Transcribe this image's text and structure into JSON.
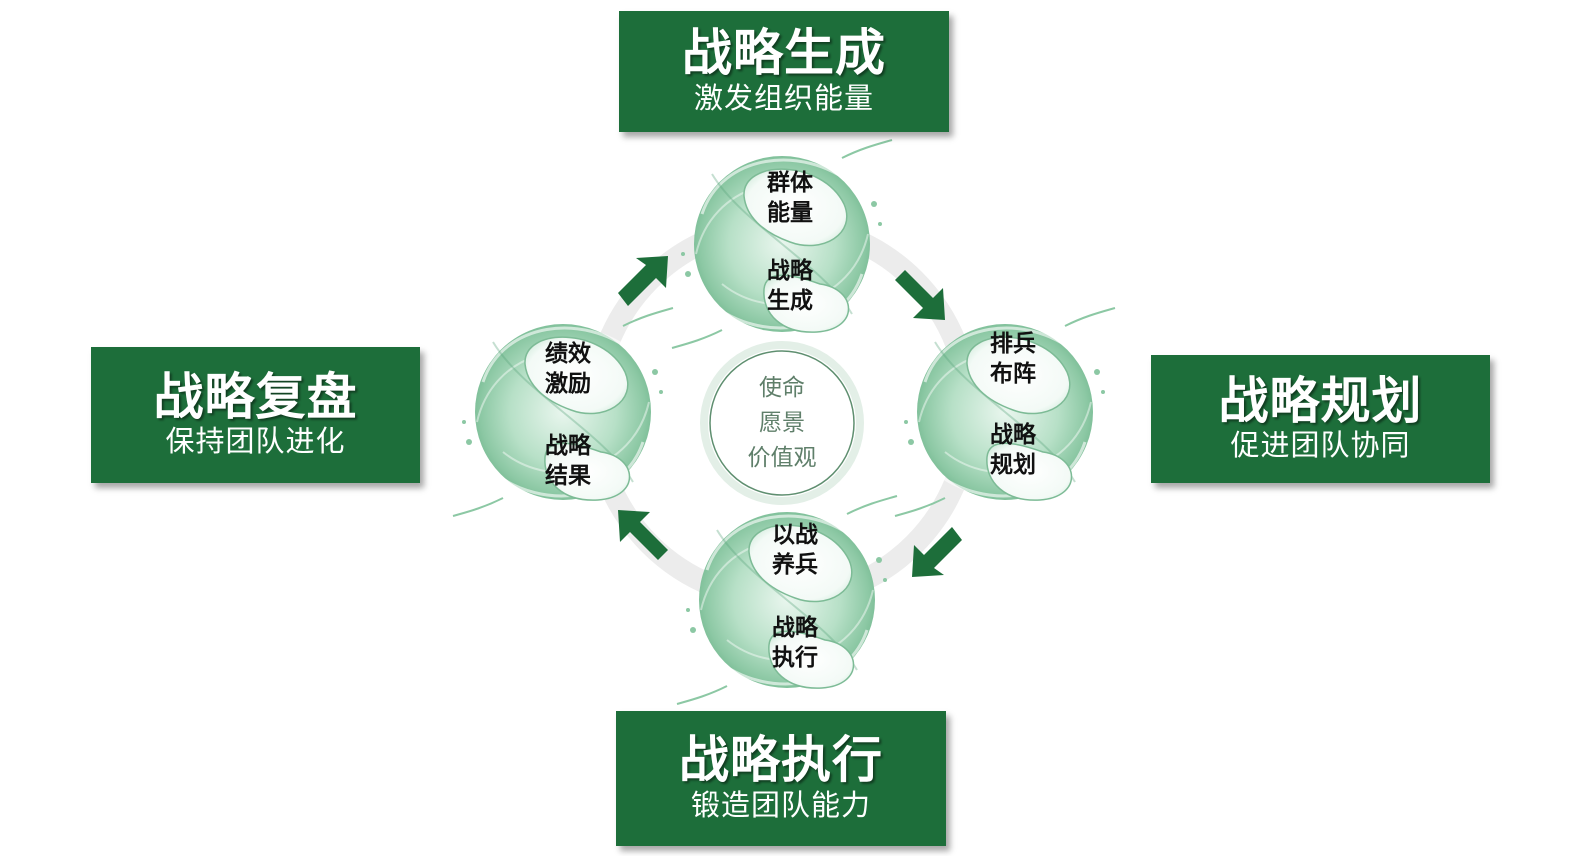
{
  "center": {
    "lines": [
      "使命",
      "愿景",
      "价值观"
    ]
  },
  "stages": {
    "top": {
      "title": "战略生成",
      "subtitle": "激发组织能量"
    },
    "right": {
      "title": "战略规划",
      "subtitle": "促进团队协同"
    },
    "bottom": {
      "title": "战略执行",
      "subtitle": "锻造团队能力"
    },
    "left": {
      "title": "战略复盘",
      "subtitle": "保持团队进化"
    }
  },
  "nodes": {
    "top": {
      "upper": [
        "群体",
        "能量"
      ],
      "lower": [
        "战略",
        "生成"
      ]
    },
    "right": {
      "upper": [
        "排兵",
        "布阵"
      ],
      "lower": [
        "战略",
        "规划"
      ]
    },
    "bottom": {
      "upper": [
        "以战",
        "养兵"
      ],
      "lower": [
        "战略",
        "执行"
      ]
    },
    "left": {
      "upper": [
        "绩效",
        "激励"
      ],
      "lower": [
        "战略",
        "结果"
      ]
    }
  },
  "colors": {
    "box_green": "#1d6e3a",
    "arrow_green": "#1d6e3a",
    "water_green": "#8fc9a8",
    "ring_gray": "#ececec"
  }
}
